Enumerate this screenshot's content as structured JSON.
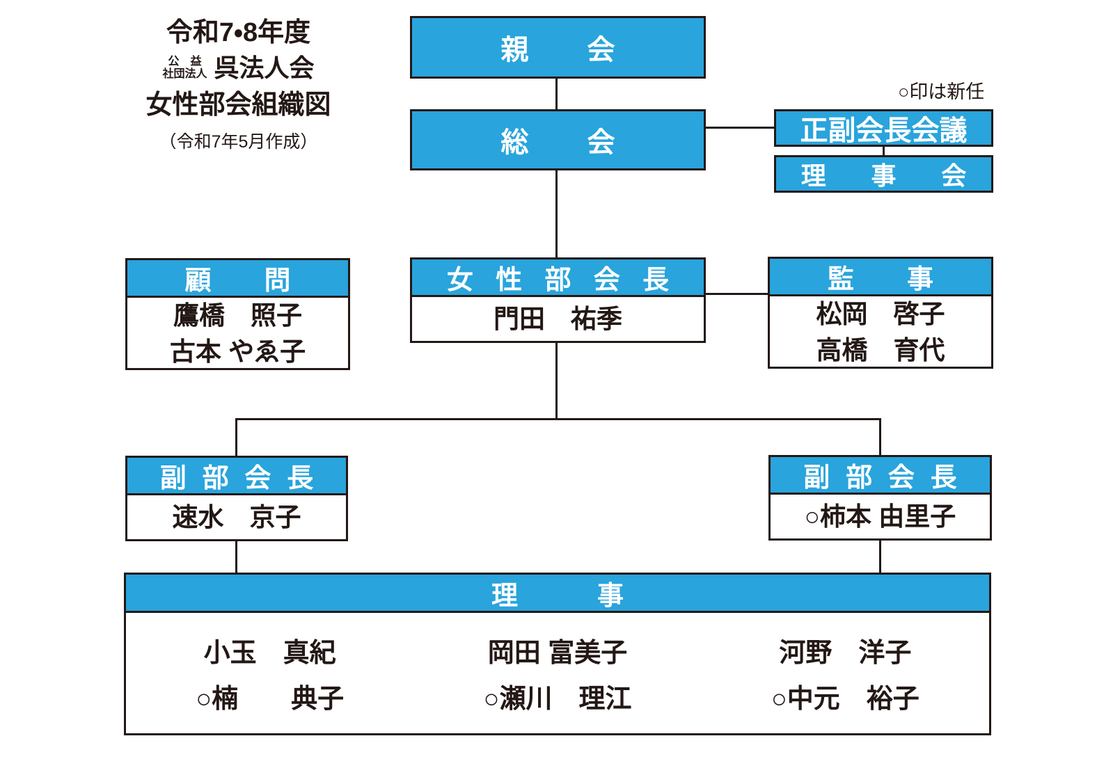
{
  "title": {
    "term": "令和7・8年度",
    "org_prefix_top": "公　益",
    "org_prefix_bottom": "社団法人",
    "org_name": "呉法人会",
    "chart_name": "女性部会組織図",
    "created": "（令和7年5月作成）"
  },
  "legend": "○印は新任",
  "colors": {
    "accent": "#29a4dc",
    "ink": "#231815"
  },
  "nodes": {
    "parent": {
      "label": "親会"
    },
    "general_meeting": {
      "label": "総会"
    },
    "officers_meeting": {
      "label": "正副会長会議"
    },
    "board_meeting": {
      "label": "理事会"
    },
    "advisors": {
      "title": "顧問",
      "members": [
        "鷹橋　照子",
        "古本 やゑ子"
      ]
    },
    "chairwoman": {
      "title": "女性部会長",
      "member": "門田　祐季"
    },
    "auditors": {
      "title": "監事",
      "members": [
        "松岡　啓子",
        "高橋　育代"
      ]
    },
    "vice_chair_left": {
      "title": "副部会長",
      "member": "速水　京子"
    },
    "vice_chair_right": {
      "title": "副部会長",
      "member": "○柿本 由里子"
    },
    "directors": {
      "title": "理事",
      "rows": [
        [
          "小玉　真紀",
          "岡田 富美子",
          "河野　洋子"
        ],
        [
          "○楠　　典子",
          "○瀬川　理江",
          "○中元　裕子"
        ]
      ]
    }
  }
}
